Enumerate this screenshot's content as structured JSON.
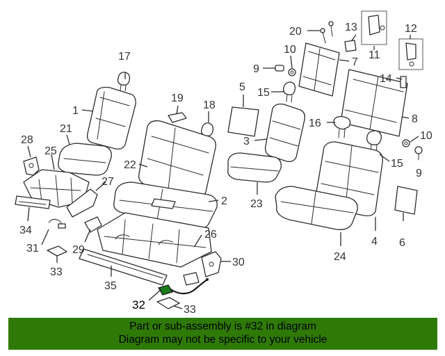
{
  "diagram": {
    "labels": {
      "p1": "1",
      "p2": "2",
      "p3": "3",
      "p4": "4",
      "p5": "5",
      "p6": "6",
      "p7": "7",
      "p8": "8",
      "p9a": "9",
      "p9b": "9",
      "p10a": "10",
      "p10b": "10",
      "p11": "11",
      "p12": "12",
      "p13": "13",
      "p14": "14",
      "p15a": "15",
      "p15b": "15",
      "p16": "16",
      "p17": "17",
      "p18": "18",
      "p19": "19",
      "p20": "20",
      "p21": "21",
      "p22": "22",
      "p23": "23",
      "p24": "24",
      "p25": "25",
      "p26": "26",
      "p27": "27",
      "p28": "28",
      "p29": "29",
      "p30": "30",
      "p31": "31",
      "p32": "32",
      "p33a": "33",
      "p33b": "33",
      "p34": "34",
      "p35": "35"
    },
    "highlight_color": "#1a7a1a"
  },
  "banner": {
    "line1": "Part or sub-assembly is #32 in diagram",
    "line2": "Diagram may not be specific to your vehicle",
    "background": "#2f7a07"
  }
}
